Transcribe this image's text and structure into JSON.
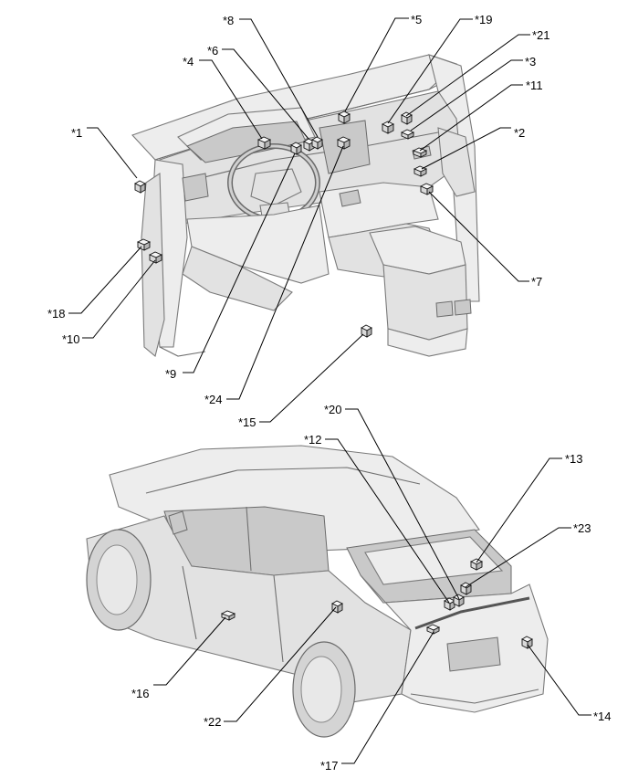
{
  "diagram": {
    "labels": {
      "c1": "*1",
      "c2": "*2",
      "c3": "*3",
      "c4": "*4",
      "c5": "*5",
      "c6": "*6",
      "c7": "*7",
      "c8": "*8",
      "c9": "*9",
      "c10": "*10",
      "c11": "*11",
      "c12": "*12",
      "c13": "*13",
      "c14": "*14",
      "c15": "*15",
      "c16": "*16",
      "c17": "*17",
      "c18": "*18",
      "c19": "*19",
      "c20": "*20",
      "c21": "*21",
      "c22": "*22",
      "c23": "*23",
      "c24": "*24"
    }
  }
}
